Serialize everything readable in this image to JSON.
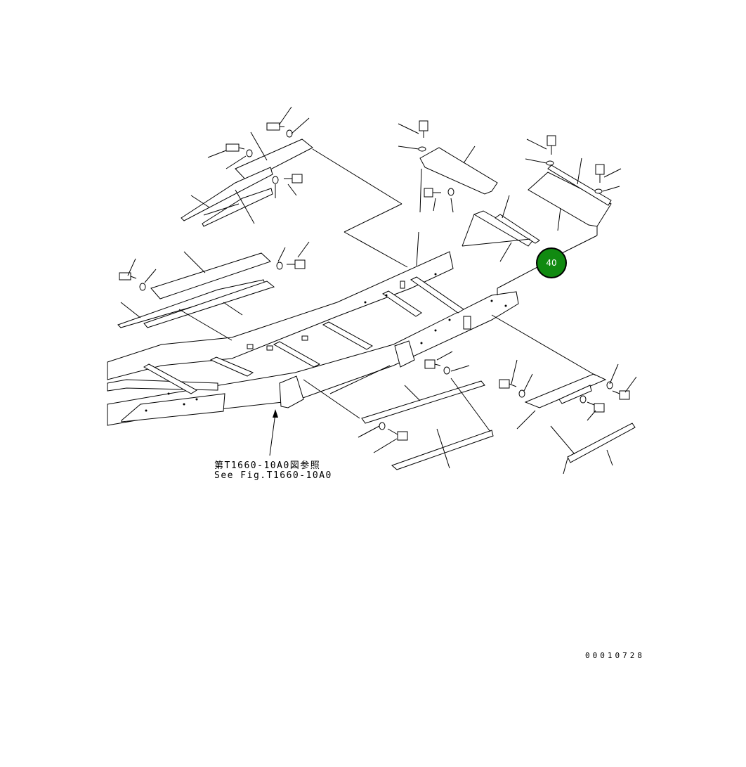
{
  "diagram": {
    "reference_note_jp": "第T1660-10A0図参照",
    "reference_note_en": "See Fig.T1660-10A0",
    "document_number": "00010728",
    "callouts": [
      {
        "label": "40",
        "color": "#118a11"
      }
    ]
  }
}
